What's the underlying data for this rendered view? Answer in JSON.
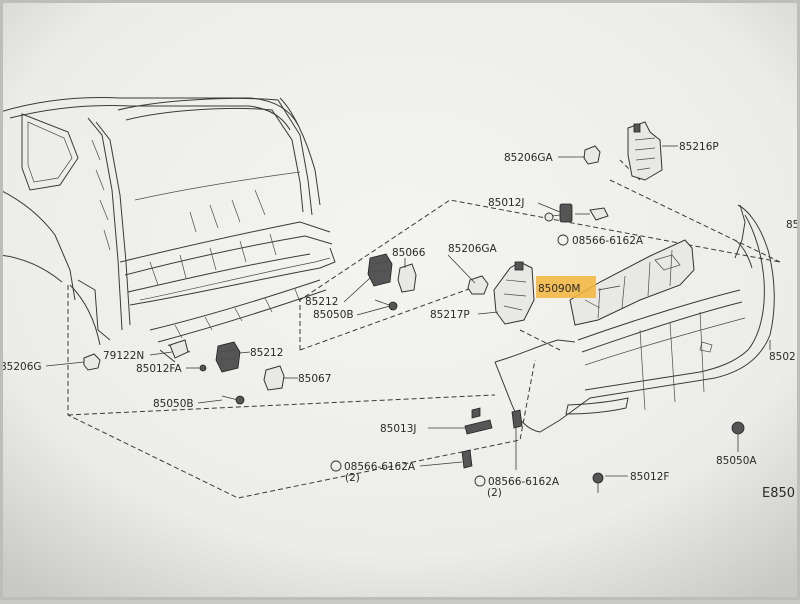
{
  "labels": {
    "p85206GA_top": "85206GA",
    "p85216P": "85216P",
    "p85012J": "85012J",
    "p08566_top": "08566-6162A",
    "p85066": "85066",
    "p85206GA_mid": "85206GA",
    "p85212_top": "85212",
    "p85050B_top": "85050B",
    "p85217P": "85217P",
    "p85090M": "85090M",
    "p85206G": "85206G",
    "p79122N": "79122N",
    "p85012FA": "85012FA",
    "p85212_mid": "85212",
    "p85067": "85067",
    "p85050B_low": "85050B",
    "p85013J": "85013J",
    "p08566_left": "08566-6162A",
    "p08566_left_qty": "(2)",
    "p08566_mid": "08566-6162A",
    "p08566_mid_qty": "(2)",
    "p85012F": "85012F",
    "p85050A": "85050A",
    "p85022_partial": "8502",
    "p85_right_partial": "85",
    "p_e850_partial": "E850"
  },
  "colors": {
    "highlight": "#f5b53b",
    "background": "#f2f2ef"
  }
}
